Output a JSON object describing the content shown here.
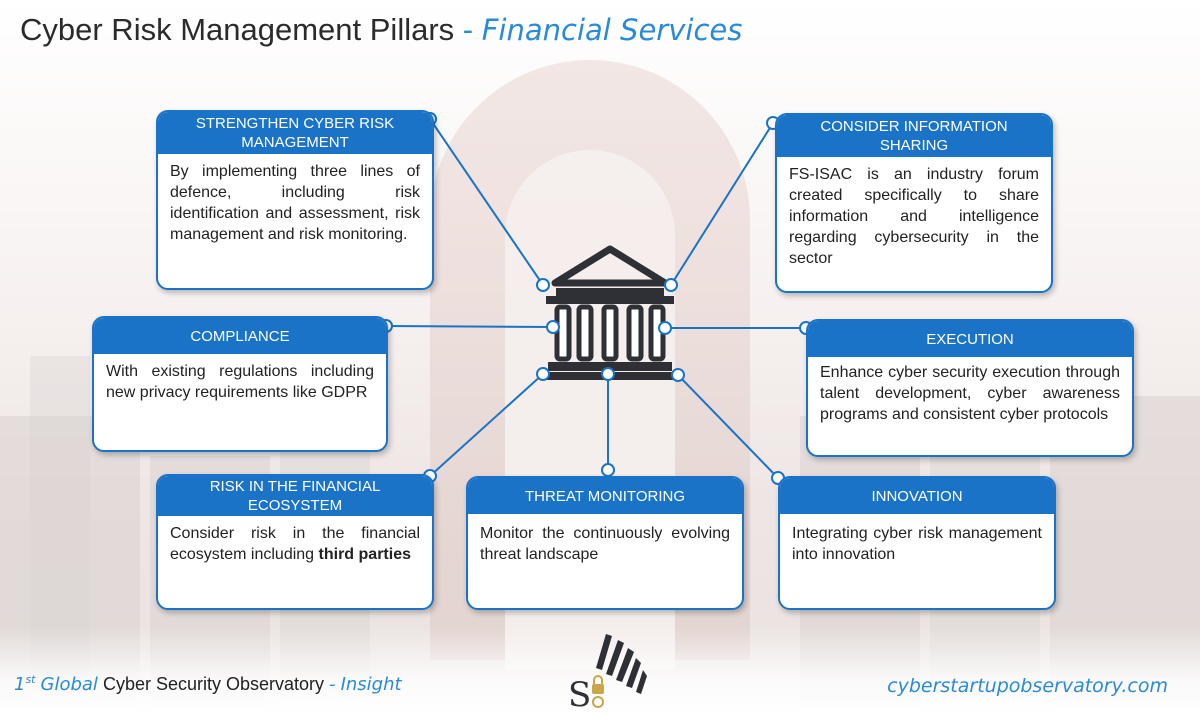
{
  "title": {
    "main": "Cyber Risk Management Pillars",
    "separator": "-",
    "sub": "Financial Services"
  },
  "center_icon": "bank-building-icon",
  "pillars": {
    "strengthen": {
      "title": "STRENGTHEN CYBER RISK MANAGEMENT",
      "body": "By implementing three lines of defence, including risk identification and assessment, risk management and risk monitoring."
    },
    "info_sharing": {
      "title": "CONSIDER INFORMATION SHARING",
      "body": "FS-ISAC is an industry forum created specifically to share information and intelligence regarding cybersecurity in the sector"
    },
    "compliance": {
      "title": "COMPLIANCE",
      "body": "With existing regulations including new privacy requirements like GDPR"
    },
    "execution": {
      "title": "EXECUTION",
      "body": "Enhance cyber security execution through talent development, cyber awareness programs and consistent cyber protocols"
    },
    "ecosystem": {
      "title": "RISK IN THE FINANCIAL ECOSYSTEM",
      "body_plain": "Consider risk in the financial ecosystem including",
      "body_bold": "third parties"
    },
    "threat": {
      "title": "THREAT MONITORING",
      "body": "Monitor the continuously evolving threat landscape"
    },
    "innovation": {
      "title": "INNOVATION",
      "body": "Integrating cyber risk management into innovation"
    }
  },
  "footer": {
    "ordinal": "1",
    "ordinal_suffix": "st",
    "global": "Global",
    "observatory": "Cyber Security Observatory",
    "dash": "-",
    "insight": "Insight",
    "website": "cyberstartupobservatory.com",
    "logo_text": "S"
  },
  "colors": {
    "accent_blue": "#1a73c6",
    "title_blue": "#2a8ad8",
    "icon_dark": "#2f3036"
  }
}
